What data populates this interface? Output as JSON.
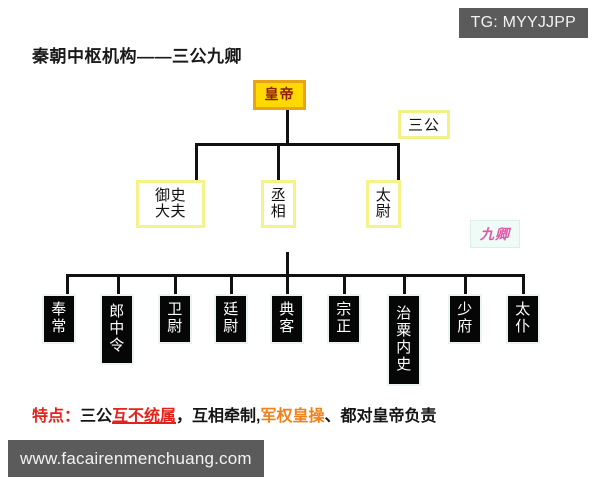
{
  "watermarks": {
    "tg": "TG: MYYJJPP",
    "site": "www.facairenmenchuang.com"
  },
  "title": "秦朝中枢机构——三公九卿",
  "colors": {
    "emperor_fill": "#ffd900",
    "emperor_border": "#e8a317",
    "emperor_text": "#8c1b00",
    "duke_border": "#f5f28c",
    "minister_fill": "#060606",
    "minister_text": "#ffffff",
    "jiuqing_text": "#e255a8",
    "jiuqing_fill": "#eefbf6",
    "line": "#111111",
    "caption_red": "#e3221c",
    "caption_orange": "#f0801a",
    "watermark_bg": "#5b5b5b"
  },
  "chart_data": {
    "type": "diagram",
    "title": "秦朝中枢机构——三公九卿",
    "root": {
      "label": "皇帝",
      "role": "emperor"
    },
    "group_labels": [
      {
        "label": "三公",
        "name": "three-dukes-label"
      },
      {
        "label": "九卿",
        "name": "nine-ministers-label"
      }
    ],
    "three_dukes": [
      {
        "label": "御史\n大夫",
        "plain": "御史大夫"
      },
      {
        "label": "丞\n相",
        "plain": "丞相"
      },
      {
        "label": "太\n尉",
        "plain": "太尉"
      }
    ],
    "nine_ministers": [
      {
        "label": "奉\n常",
        "plain": "奉常"
      },
      {
        "label": "郎\n中\n令",
        "plain": "郎中令"
      },
      {
        "label": "卫\n尉",
        "plain": "卫尉"
      },
      {
        "label": "廷\n尉",
        "plain": "廷尉"
      },
      {
        "label": "典\n客",
        "plain": "典客"
      },
      {
        "label": "宗\n正",
        "plain": "宗正"
      },
      {
        "label": "治\n粟\n内\n史",
        "plain": "治粟内史"
      },
      {
        "label": "少\n府",
        "plain": "少府"
      },
      {
        "label": "太\n仆",
        "plain": "太仆"
      }
    ]
  },
  "caption": {
    "prefix": "特点：",
    "seg1": "三公",
    "seg2": "互不统属",
    "seg3": "，互相牵制,",
    "seg4": "军权皇操",
    "seg5": "、都对皇帝负责"
  }
}
